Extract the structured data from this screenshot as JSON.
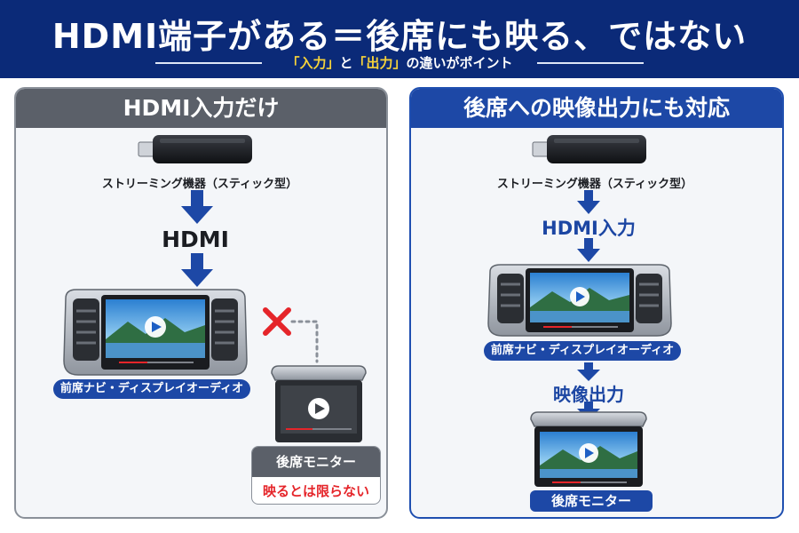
{
  "header": {
    "title": "HDMI端子がある＝後席にも映る、ではない",
    "subtitle_parts": [
      "「入力」",
      "と",
      "「出力」",
      "の違いがポイント"
    ]
  },
  "left_panel": {
    "heading": "HDMI入力だけ",
    "device_label": "ストリーミング機器（スティック型）",
    "hdmi_label": "HDMI",
    "front_label": "前席ナビ・ディスプレイオーディオ",
    "rear_label": "後席モニター",
    "rear_note": "映るとは限らない"
  },
  "right_panel": {
    "heading": "後席への映像出力にも対応",
    "device_label": "ストリーミング機器（スティック型）",
    "hdmi_in_label": "HDMI入力",
    "front_label": "前席ナビ・ディスプレイオーディオ",
    "video_out_label": "映像出力",
    "rear_label": "後席モニター"
  },
  "colors": {
    "navy": "#0b2a78",
    "blue": "#1d48a6",
    "gray": "#5b6069",
    "red": "#e5252a",
    "highlight": "#f7d33a"
  }
}
